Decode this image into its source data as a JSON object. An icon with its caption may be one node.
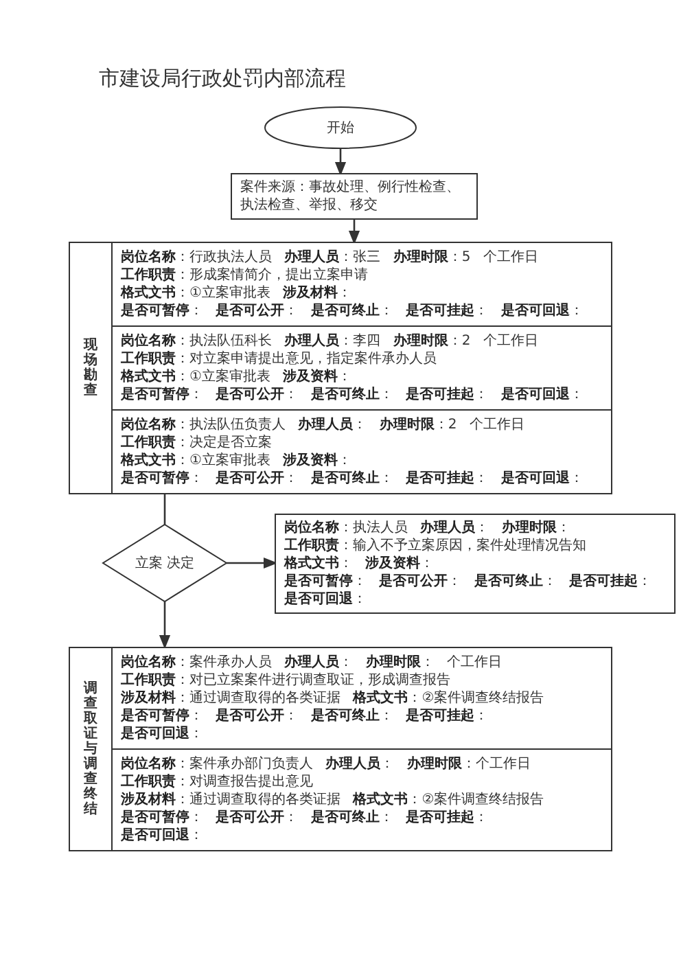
{
  "diagram": {
    "title": "市建设局行政处罚内部流程",
    "nodes": [
      {
        "text": [
          "开始"
        ]
      },
      {
        "text": [
          "案件来源：事故处理、例行性检查、执法检查、举报、移交"
        ]
      },
      {
        "text": [
          "现场勘查"
        ]
      },
      {
        "text": [
          "**岗位名称**：行政执法人员 **办理人员**：张三 **办理时限**：5 个工作日",
          "**工作职责**：形成案情简介，提出立案申请",
          "**格式文书**：①立案审批表 **涉及材料**：",
          "**是否可暂停**： **是否可公开**： **是否可终止**： **是否可挂起**： **是否可回退**："
        ],
        "in": 2
      },
      {
        "text": [
          "**岗位名称**：执法队伍科长 **办理人员**：李四 **办理时限**：2 个工作日",
          "**工作职责**：对立案申请提出意见，指定案件承办人员",
          "**格式文书**：①立案审批表 **涉及资料**：",
          "**是否可暂停**： **是否可公开**： **是否可终止**： **是否可挂起**： **是否可回退**："
        ],
        "in": 2
      },
      {
        "text": [
          "**岗位名称**：执法队伍负责人 **办理人员**： **办理时限**：2 个工作日",
          "**工作职责**：决定是否立案",
          "**格式文书**：①立案审批表 **涉及资料**：",
          "**是否可暂停**： **是否可公开**： **是否可终止**： **是否可挂起**： **是否可回退**："
        ],
        "in": 2
      },
      {
        "text": [
          "立案 决定"
        ]
      },
      {
        "text": [
          "**岗位名称**：执法人员 **办理人员**： **办理时限**：",
          "**工作职责**：输入不予立案原因，案件处理情况告知",
          "**格式文书**： **涉及资料**：",
          "**是否可暂停**： **是否可公开**： **是否可终止**： **是否可挂起**：",
          "**是否可回退**："
        ]
      },
      {
        "text": [
          "调查取证与调查终结"
        ]
      },
      {
        "text": [
          "**岗位名称**：案件承办人员 **办理人员**： **办理时限**： 个工作日",
          "**工作职责**：对已立案案件进行调查取证，形成调查报告",
          "**涉及材料**：通过调查取得的各类证据 **格式文书**：②案件调查终结报告",
          "**是否可暂停**： **是否可公开**： **是否可终止**： **是否可挂起**：",
          "**是否可回退**："
        ],
        "in": 8
      },
      {
        "text": [
          "**岗位名称**：案件承办部门负责人 **办理人员**： **办理时限**：个工作日",
          "**工作职责**：对调查报告提出意见",
          "**涉及材料**：通过调查取得的各类证据 **格式文书**：②案件调查终结报告",
          "**是否可暂停**： **是否可公开**： **是否可终止**： **是否可挂起**：",
          "**是否可回退**："
        ],
        "in": 8
      }
    ],
    "edges": [
      {
        "from": 0,
        "to": 1,
        "arrow": "to"
      },
      {
        "from": 1,
        "to": 2,
        "arrow": "to"
      },
      {
        "from": 2,
        "to": 6,
        "arrow": "none"
      },
      {
        "from": 6,
        "to": 7,
        "arrow": "to"
      },
      {
        "from": 6,
        "to": 8,
        "arrow": "to"
      }
    ]
  }
}
